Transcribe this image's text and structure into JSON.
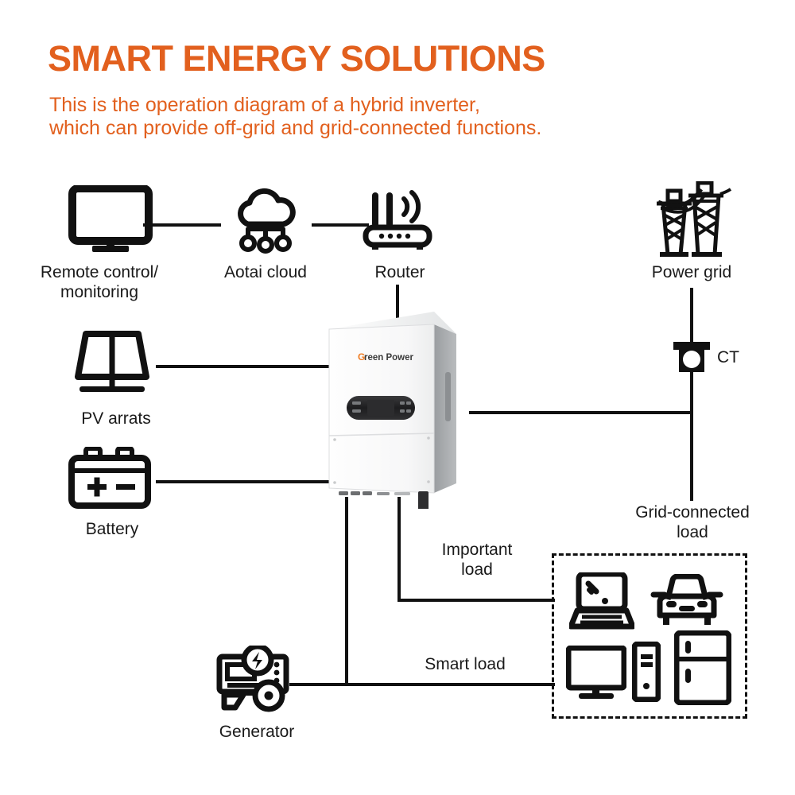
{
  "header": {
    "title": "SMART ENERGY SOLUTIONS",
    "subtitle_line1": "This is the operation diagram of a hybrid inverter,",
    "subtitle_line2": "which can provide off-grid and grid-connected functions.",
    "accent_color": "#E2601E"
  },
  "diagram": {
    "type": "hybrid-inverter-operation-diagram",
    "line_color": "#111111",
    "nodes": {
      "remote": {
        "label": "Remote control/\nmonitoring",
        "icon": "monitor-icon"
      },
      "cloud": {
        "label": "Aotai cloud",
        "icon": "cloud-network-icon"
      },
      "router": {
        "label": "Router",
        "icon": "wifi-router-icon"
      },
      "pv": {
        "label": "PV arrats",
        "icon": "solar-panel-icon"
      },
      "battery": {
        "label": "Battery",
        "icon": "battery-icon"
      },
      "generator": {
        "label": "Generator",
        "icon": "generator-icon"
      },
      "powergrid": {
        "label": "Power grid",
        "icon": "transmission-tower-icon"
      },
      "ct": {
        "label": "CT",
        "icon": "current-transformer-icon"
      },
      "gridload": {
        "label": "Grid-connected\nload",
        "icon": "appliances-group-icon"
      },
      "importantload": {
        "label": "Important\nload"
      },
      "smartload": {
        "label": "Smart load"
      }
    },
    "inverter": {
      "brand_g": "G",
      "brand_rest": "reen Power",
      "brand_accent": "#F07C22"
    },
    "load_box_appliances": [
      "laptop-icon",
      "car-icon",
      "desktop-computer-icon",
      "refrigerator-icon"
    ],
    "connections": [
      "remote - cloud",
      "cloud - router",
      "router - inverter",
      "pv - inverter",
      "battery - inverter",
      "inverter - grid-connected-load (via CT)",
      "power grid - CT - grid-connected load",
      "inverter - important load",
      "inverter - smart load",
      "generator - smart load line"
    ]
  }
}
